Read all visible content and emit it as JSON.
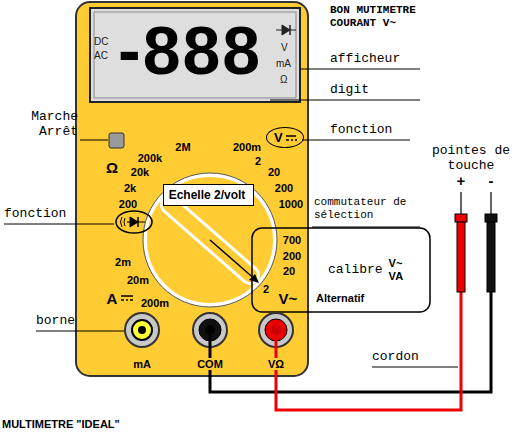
{
  "diagram": {
    "title": "BON MUTIMETRE COURANT V~",
    "nodes": [
      {
        "text": [
          "Echelle 2/volt"
        ]
      },
      {
        "text": [
          "calibre",
          "V~ VA"
        ]
      },
      {
        "text": [
          "V"
        ]
      }
    ],
    "labels": [
      "DC",
      "AC",
      "-888",
      "V",
      "mA",
      "Ω",
      "afficheur",
      "digit",
      "Marche Arrêt",
      "fonction",
      "2M",
      "200m",
      "200k",
      "2",
      "Ω",
      "20k",
      "20",
      "2k",
      "200",
      "200",
      "1000",
      "fonction",
      "pointes de touche",
      "+",
      "-",
      "commutateur de sélection",
      "700",
      "200",
      "20",
      "2",
      "V~",
      "Alternatif",
      "2m",
      "20m",
      "A",
      "200m",
      "borne",
      "cordon",
      "mA",
      "COM",
      "VΩ",
      "MULTIMETRE \"IDEAL\""
    ]
  }
}
